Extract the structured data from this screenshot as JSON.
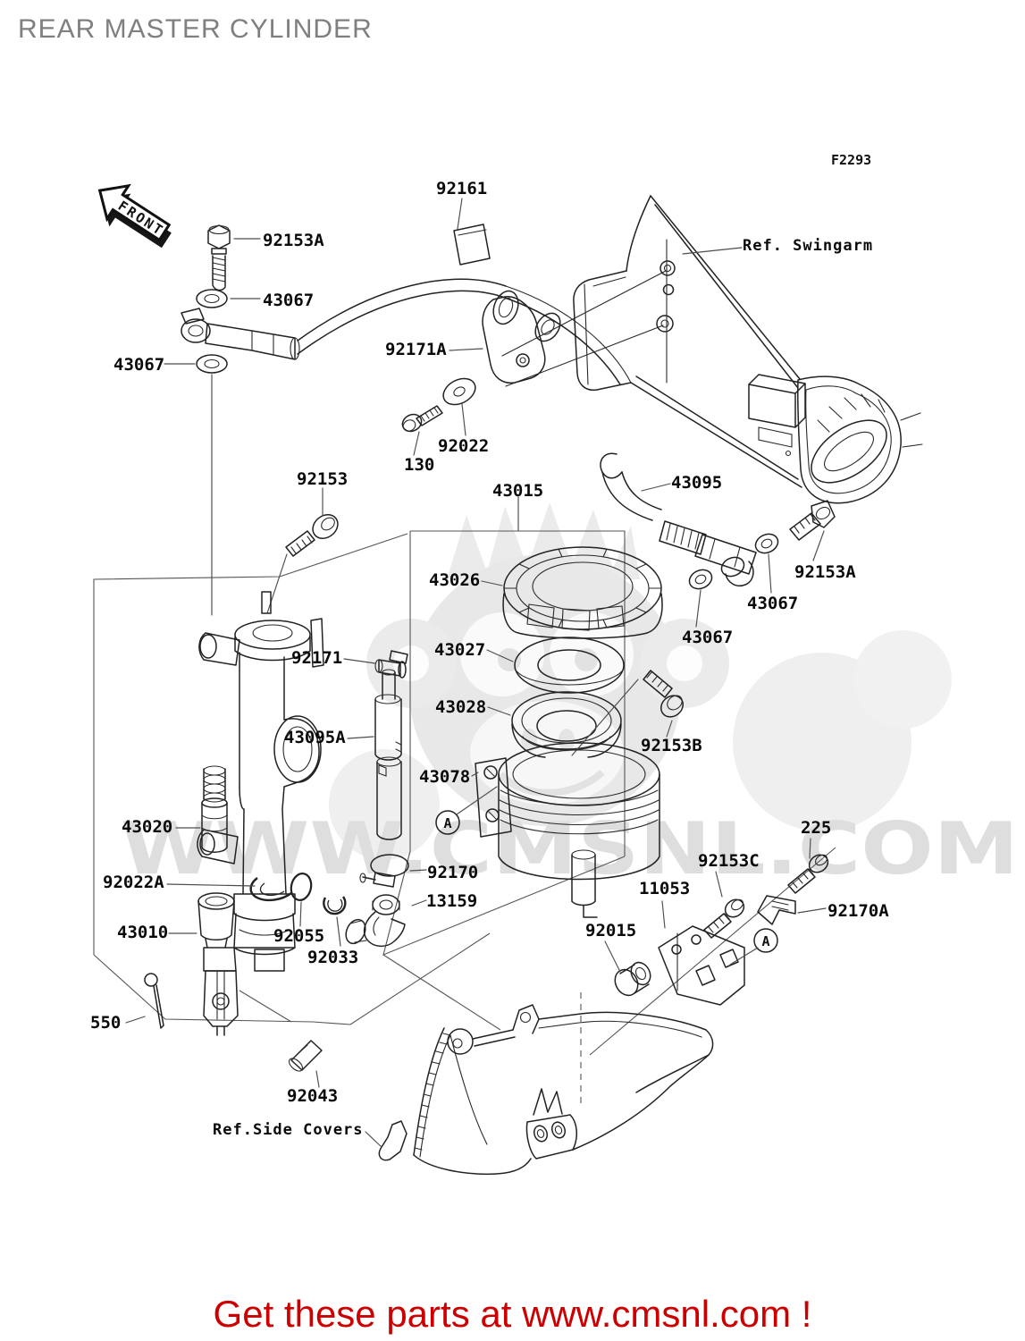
{
  "page": {
    "title": "REAR MASTER CYLINDER",
    "figure_code": "F2293"
  },
  "front_marker": {
    "text": "FRONT"
  },
  "watermark": {
    "text": "WWW.CMSNL.COM"
  },
  "footer": {
    "text": "Get these parts at www.cmsnl.com !",
    "color": "#cc0000"
  },
  "callouts": {
    "a": "A"
  },
  "ref_labels": [
    {
      "id": "swingarm",
      "text": "Ref. Swingarm"
    },
    {
      "id": "side-covers",
      "text": "Ref.Side Covers"
    }
  ],
  "parts": [
    {
      "id": "92153A-1",
      "text": "92153A"
    },
    {
      "id": "43067-1",
      "text": "43067"
    },
    {
      "id": "43067-2",
      "text": "43067"
    },
    {
      "id": "92161",
      "text": "92161"
    },
    {
      "id": "92171A",
      "text": "92171A"
    },
    {
      "id": "92022",
      "text": "92022"
    },
    {
      "id": "130",
      "text": "130"
    },
    {
      "id": "92153",
      "text": "92153"
    },
    {
      "id": "43015",
      "text": "43015"
    },
    {
      "id": "43095",
      "text": "43095"
    },
    {
      "id": "92153A-2",
      "text": "92153A"
    },
    {
      "id": "43026",
      "text": "43026"
    },
    {
      "id": "43067-3",
      "text": "43067"
    },
    {
      "id": "43067-4",
      "text": "43067"
    },
    {
      "id": "43027",
      "text": "43027"
    },
    {
      "id": "92171",
      "text": "92171"
    },
    {
      "id": "43028",
      "text": "43028"
    },
    {
      "id": "43095A",
      "text": "43095A"
    },
    {
      "id": "92153B",
      "text": "92153B"
    },
    {
      "id": "43078",
      "text": "43078"
    },
    {
      "id": "43020",
      "text": "43020"
    },
    {
      "id": "225",
      "text": "225"
    },
    {
      "id": "92170",
      "text": "92170"
    },
    {
      "id": "92153C",
      "text": "92153C"
    },
    {
      "id": "92022A",
      "text": "92022A"
    },
    {
      "id": "11053",
      "text": "11053"
    },
    {
      "id": "13159",
      "text": "13159"
    },
    {
      "id": "92170A",
      "text": "92170A"
    },
    {
      "id": "43010",
      "text": "43010"
    },
    {
      "id": "92055",
      "text": "92055"
    },
    {
      "id": "92015",
      "text": "92015"
    },
    {
      "id": "92033",
      "text": "92033"
    },
    {
      "id": "550",
      "text": "550"
    },
    {
      "id": "92043",
      "text": "92043"
    }
  ]
}
